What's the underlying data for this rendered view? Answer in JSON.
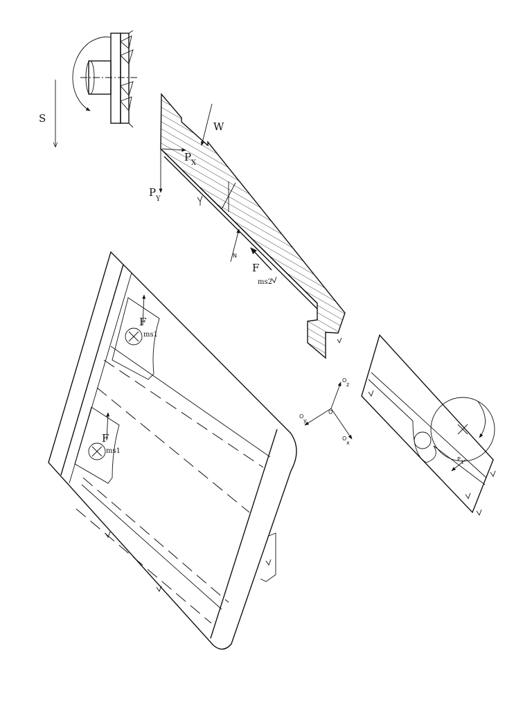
{
  "labels": {
    "feed": "S",
    "wear": "W",
    "px_main": "P",
    "px_sub": "X",
    "py_main": "P",
    "py_sub": "Y",
    "normal": "N",
    "fms2_main": "F",
    "fms2_sub": "ms2",
    "fms1a_main": "F",
    "fms1a_sub": "ms1",
    "fms1b_main": "F",
    "fms1b_sub": "ms1",
    "axis_origin": "O",
    "axis_z": "O",
    "axis_z_sub": "z",
    "axis_y": "O",
    "axis_y_sub": "y",
    "axis_x": "O",
    "axis_x_sub": "x",
    "pt_main": "P",
    "pt_sub": "t"
  }
}
